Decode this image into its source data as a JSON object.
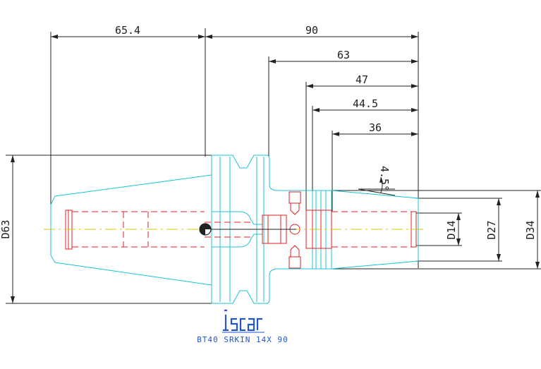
{
  "drawing": {
    "dimensions": {
      "d_65_4": "65.4",
      "d_90": "90",
      "d_63": "63",
      "d_47": "47",
      "d_44_5": "44.5",
      "d_36": "36",
      "angle": "4.5°",
      "dia_63": "D63",
      "dia_14": "D14",
      "dia_27": "D27",
      "dia_34": "D34"
    },
    "logo": "iscar",
    "caption": "BT40 SRKIN 14X 90",
    "colors": {
      "dimension": "#222222",
      "body": "#19c3d6",
      "hidden": "#e02020",
      "centerline": "#d8c800",
      "caption": "#2255cc"
    }
  }
}
